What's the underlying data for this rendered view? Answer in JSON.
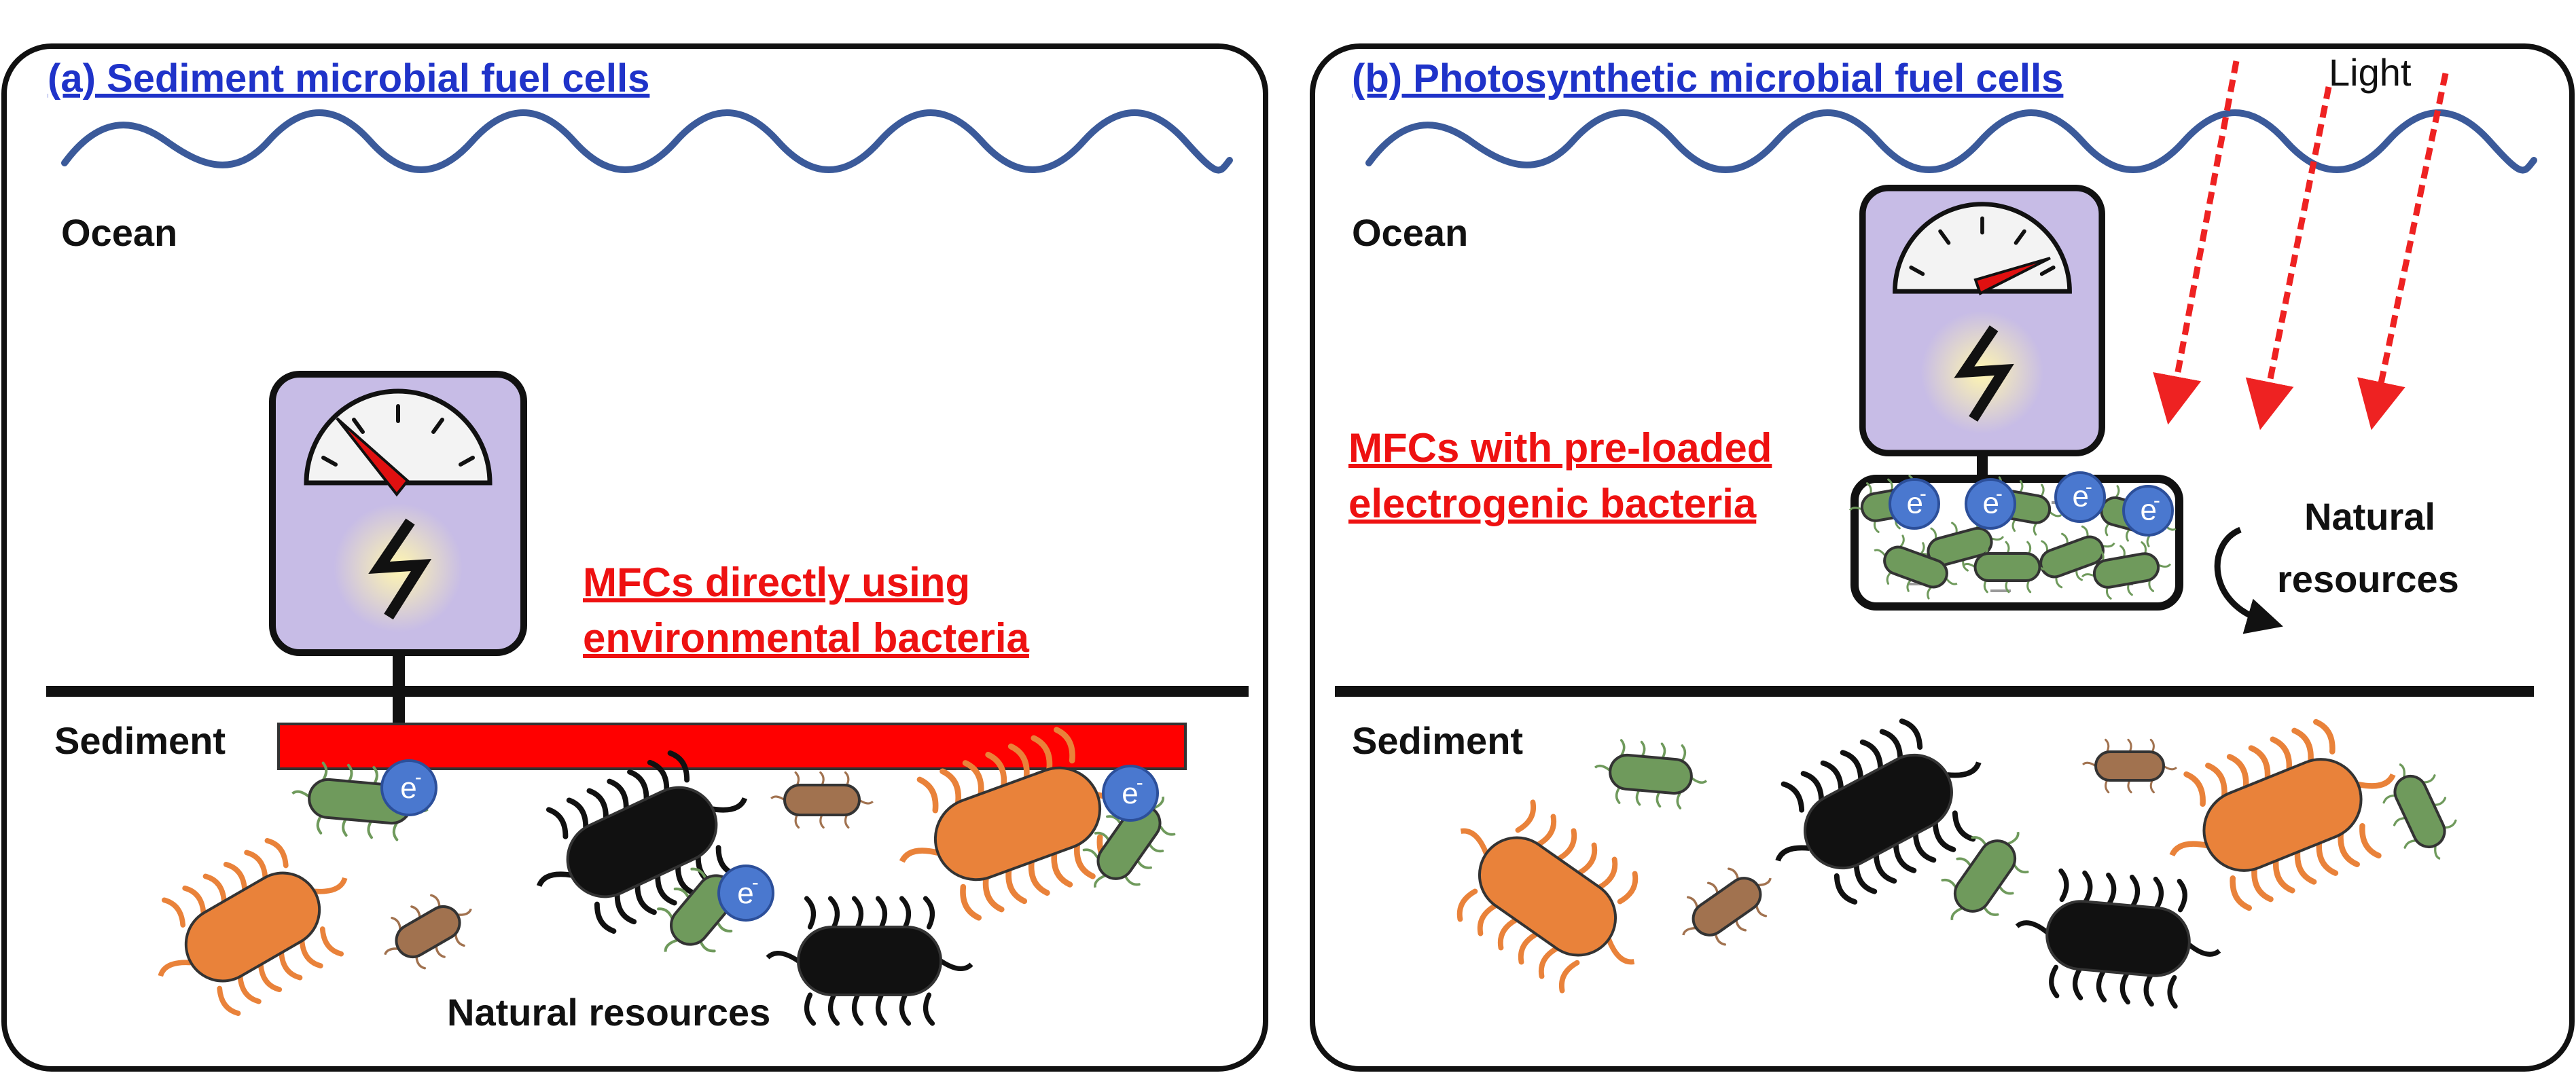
{
  "colors": {
    "title_blue": "#1f33c9",
    "wave_blue": "#3b5a9a",
    "annotation_red": "#ee1111",
    "meter_body": "#c7bce6",
    "electrode_red": "#ff0000",
    "electron_blue": "#4a78cf",
    "bacteria_green": "#6f9a5c",
    "bacteria_orange": "#e9823a",
    "bacteria_brown": "#a1724f",
    "bacteria_black": "#111111",
    "light_arrow_red": "#ee2222"
  },
  "panel_a": {
    "title": "(a) Sediment microbial fuel cells",
    "ocean_label": "Ocean",
    "sediment_label": "Sediment",
    "annotation_line1": "MFCs directly using",
    "annotation_line2": "environmental bacteria",
    "resources_label": "Natural resources",
    "meter_icon": "voltmeter-gauge-icon",
    "bolt_icon": "lightning-bolt-icon"
  },
  "panel_b": {
    "title": "(b) Photosynthetic microbial fuel cells",
    "light_label": "Light",
    "ocean_label": "Ocean",
    "sediment_label": "Sediment",
    "annotation_line1": "MFCs with pre-loaded",
    "annotation_line2": "electrogenic bacteria",
    "resources_line1": "Natural",
    "resources_line2": "resources",
    "meter_icon": "voltmeter-gauge-icon",
    "bolt_icon": "lightning-bolt-icon"
  },
  "electron": {
    "symbol": "e",
    "charge": "-"
  }
}
